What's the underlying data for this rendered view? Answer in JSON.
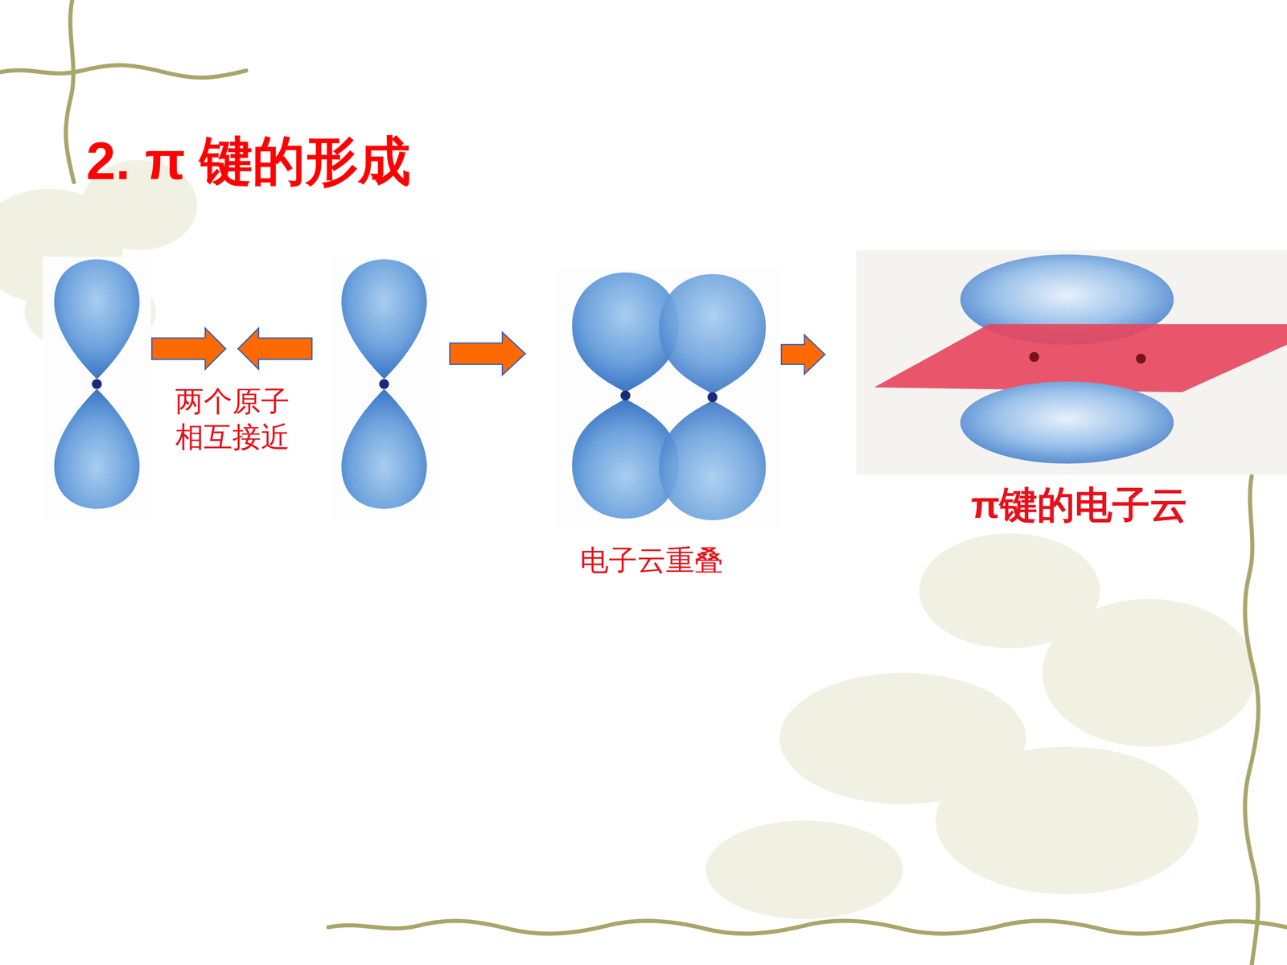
{
  "diagram": {
    "title": "2. π 键的形成",
    "labels": [
      "两个原子 相互接近",
      "电子云重叠",
      "π键的电子云"
    ]
  }
}
